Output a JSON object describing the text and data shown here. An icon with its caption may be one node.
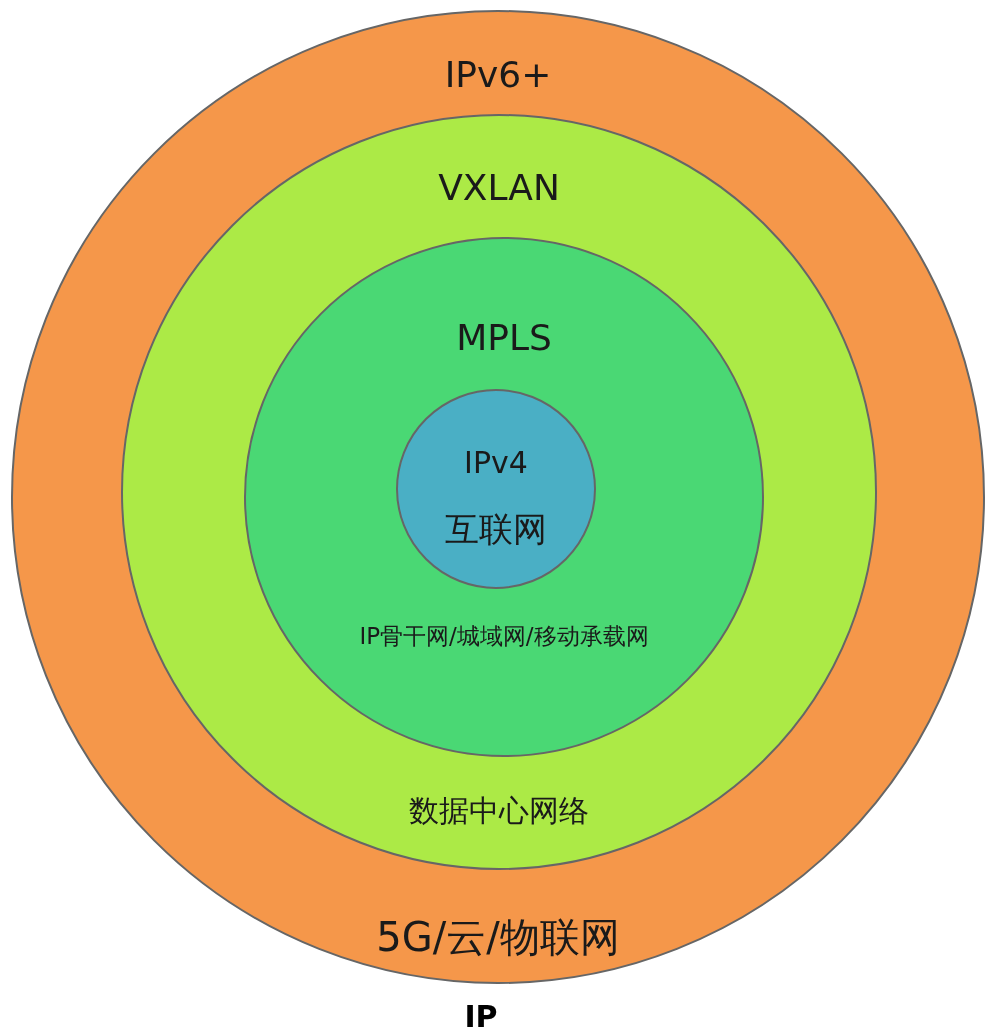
{
  "diagram": {
    "nodes": [
      {
        "text": [
          "IPv6+",
          "5G/云/物联网"
        ]
      },
      {
        "text": [
          "VXLAN",
          "数据中心网络"
        ],
        "in": 0
      },
      {
        "text": [
          "MPLS",
          "IP骨干网/城域网/移动承载网"
        ],
        "in": 1
      },
      {
        "text": [
          "IPv4",
          "互联网"
        ],
        "in": 2
      }
    ],
    "labels": [
      "IP"
    ]
  }
}
